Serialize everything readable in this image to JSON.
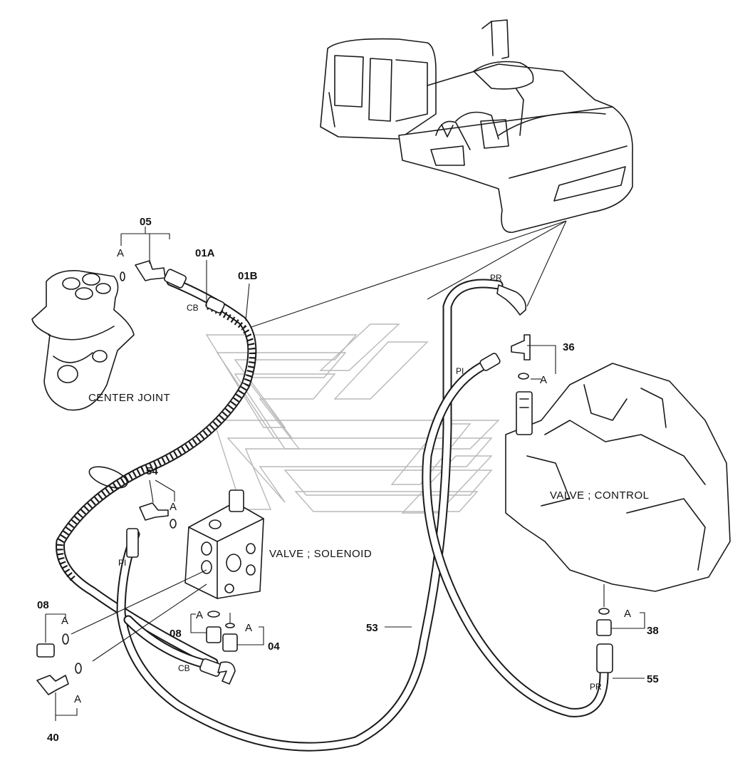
{
  "labels": {
    "center_joint": "CENTER JOINT",
    "valve_solenoid": "VALVE ; SOLENOID",
    "valve_control": "VALVE ; CONTROL"
  },
  "part_numbers": {
    "p05": "05",
    "p01a": "01A",
    "p01b": "01B",
    "p36": "36",
    "p54": "54",
    "p08_top": "08",
    "p08_mid": "08",
    "p04": "04",
    "p53": "53",
    "p38": "38",
    "p55": "55",
    "p40": "40"
  },
  "callout_marks": {
    "a_05": "A",
    "a_36": "A",
    "a_54": "A",
    "a_08_top": "A",
    "a_08_mid": "A",
    "a_04": "A",
    "a_38": "A",
    "a_40": "A"
  },
  "port_tags": {
    "cb_01a": "CB",
    "cb_lower": "CB",
    "pr_top": "PR",
    "pi_right": "PI",
    "pi_left": "PI",
    "pr_bottom": "PR"
  }
}
